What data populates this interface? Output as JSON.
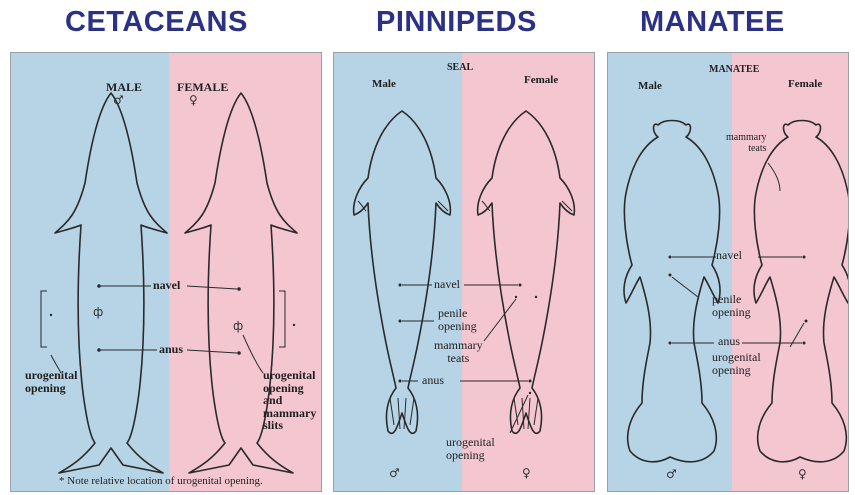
{
  "headings": {
    "cetaceans": "CETACEANS",
    "pinnipeds": "PINNIPEDS",
    "manatee": "MANATEE"
  },
  "cetaceans": {
    "male": "MALE",
    "male_symbol": "♂",
    "female": "FEMALE",
    "female_symbol": "♀",
    "navel": "navel",
    "anus": "anus",
    "urogenital_male": "urogenital\nopening",
    "urogenital_female": "urogenital\nopening\nand\nmammary\nslits",
    "note": "* Note relative location of urogenital opening."
  },
  "pinnipeds": {
    "title": "SEAL",
    "male": "Male",
    "female": "Female",
    "navel": "navel",
    "penile": "penile\nopening",
    "mammary": "mammary\nteats",
    "anus": "anus",
    "urogenital": "urogenital\nopening",
    "male_symbol": "♂",
    "female_symbol": "♀"
  },
  "manatee": {
    "title": "MANATEE",
    "male": "Male",
    "female": "Female",
    "mammary": "mammary\nteats",
    "navel": "navel",
    "penile": "penile\nopening",
    "anus": "anus",
    "urogenital": "urogenital\nopening",
    "male_symbol": "♂",
    "female_symbol": "♀"
  },
  "colors": {
    "male_bg": "#b7d3e6",
    "female_bg": "#f3c6d0",
    "heading": "#2b3285"
  }
}
